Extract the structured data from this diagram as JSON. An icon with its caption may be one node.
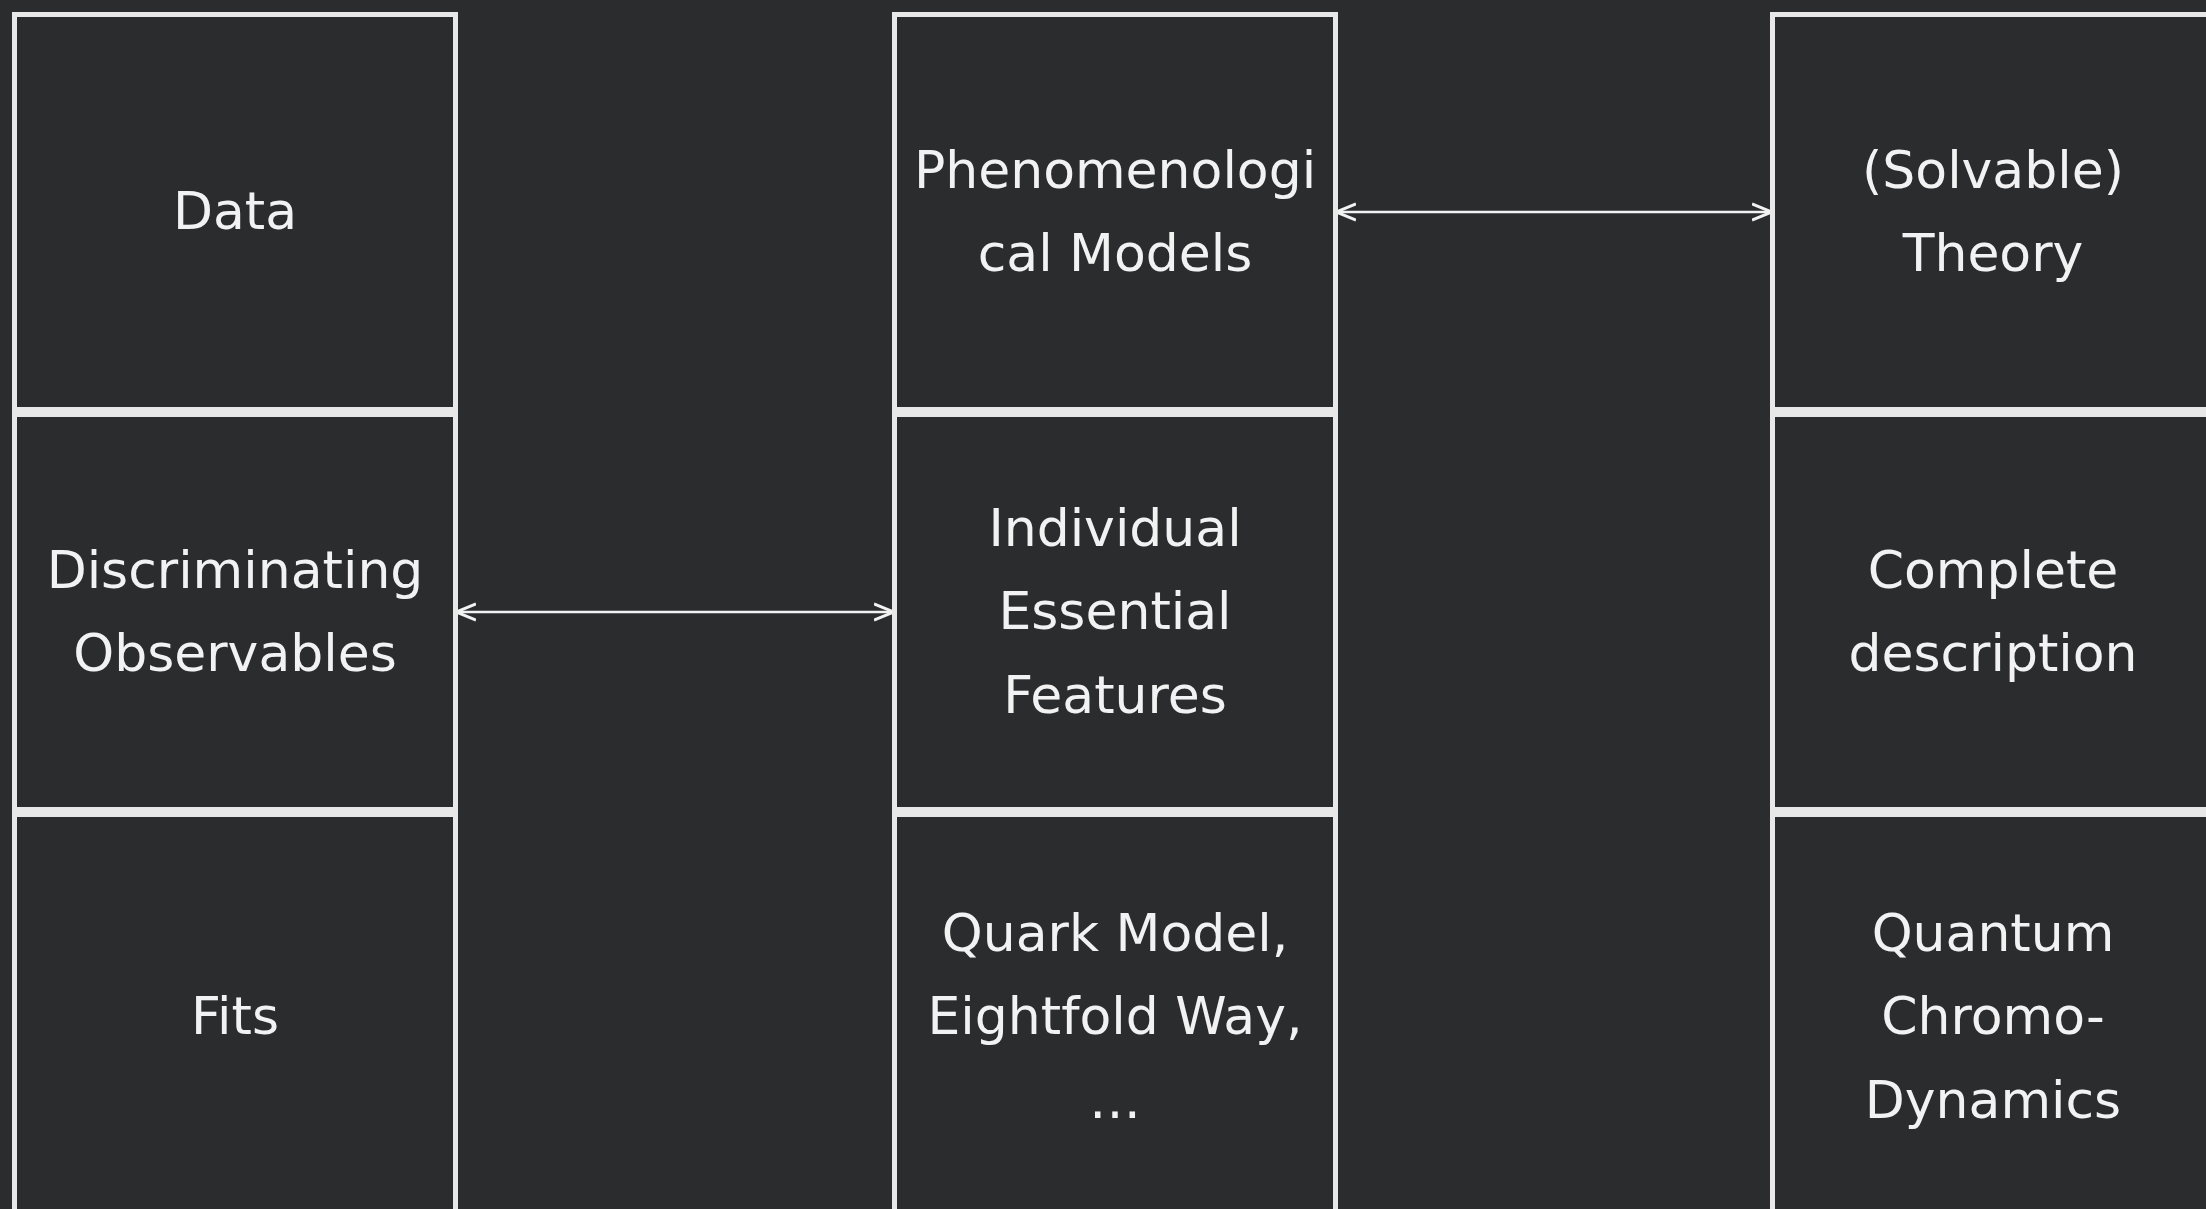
{
  "diagram": {
    "nodes": [
      {
        "text": [
          "Data"
        ]
      },
      {
        "text": [
          "Phenomenological Models"
        ]
      },
      {
        "text": [
          "(Solvable) Theory"
        ]
      },
      {
        "text": [
          "Discriminating Observables"
        ]
      },
      {
        "text": [
          "Individual Essential Features"
        ]
      },
      {
        "text": [
          "Complete description"
        ]
      },
      {
        "text": [
          "Fits"
        ]
      },
      {
        "text": [
          "Quark Model, Eightfold Way, …"
        ]
      },
      {
        "text": [
          "Quantum Chromo- Dynamics"
        ]
      }
    ],
    "edges": [
      {
        "from": 3,
        "to": 4,
        "arrow": "both"
      },
      {
        "from": 1,
        "to": 2,
        "arrow": "both"
      }
    ]
  }
}
